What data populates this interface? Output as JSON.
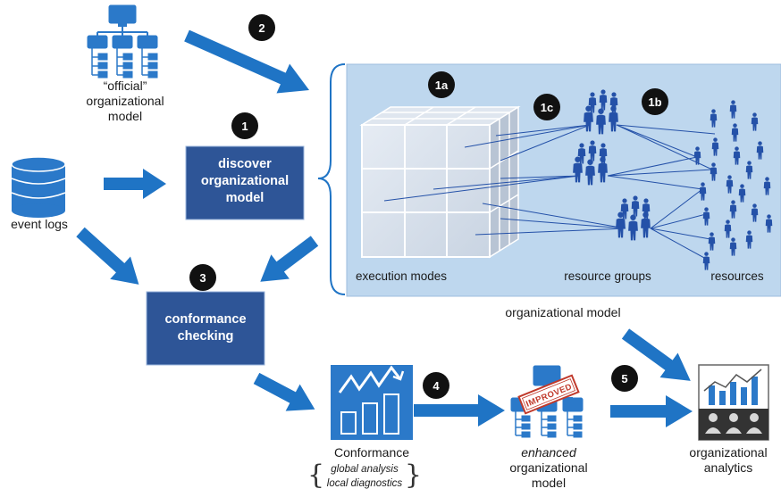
{
  "nodes": {
    "official_model": {
      "line1": "“official”",
      "line2": "organizational",
      "line3": "model"
    },
    "event_logs": {
      "label": "event logs"
    },
    "discover": {
      "line1": "discover",
      "line2": "organizational",
      "line3": "model"
    },
    "conformance_checking": {
      "line1": "conformance",
      "line2": "checking"
    },
    "conformance": {
      "label": "Conformance",
      "detail1": "global analysis",
      "detail2": "local diagnostics"
    },
    "enhanced": {
      "line1": "enhanced",
      "line2": "organizational",
      "line3": "model",
      "stamp": "IMPROVED"
    },
    "analytics": {
      "line1": "organizational",
      "line2": "analytics"
    }
  },
  "org_model_panel": {
    "caption": "organizational model",
    "execution_modes": "execution modes",
    "resource_groups": "resource groups",
    "resources": "resources"
  },
  "badges": {
    "b1": "1",
    "b1a": "1a",
    "b1b": "1b",
    "b1c": "1c",
    "b2": "2",
    "b3": "3",
    "b4": "4",
    "b5": "5"
  },
  "colors": {
    "box_fill": "#2e5597",
    "arrow": "#1f74c5",
    "panel_fill": "#bed7ee",
    "people": "#2451a8",
    "icon_blue": "#2b79c9",
    "badge": "#111111"
  }
}
